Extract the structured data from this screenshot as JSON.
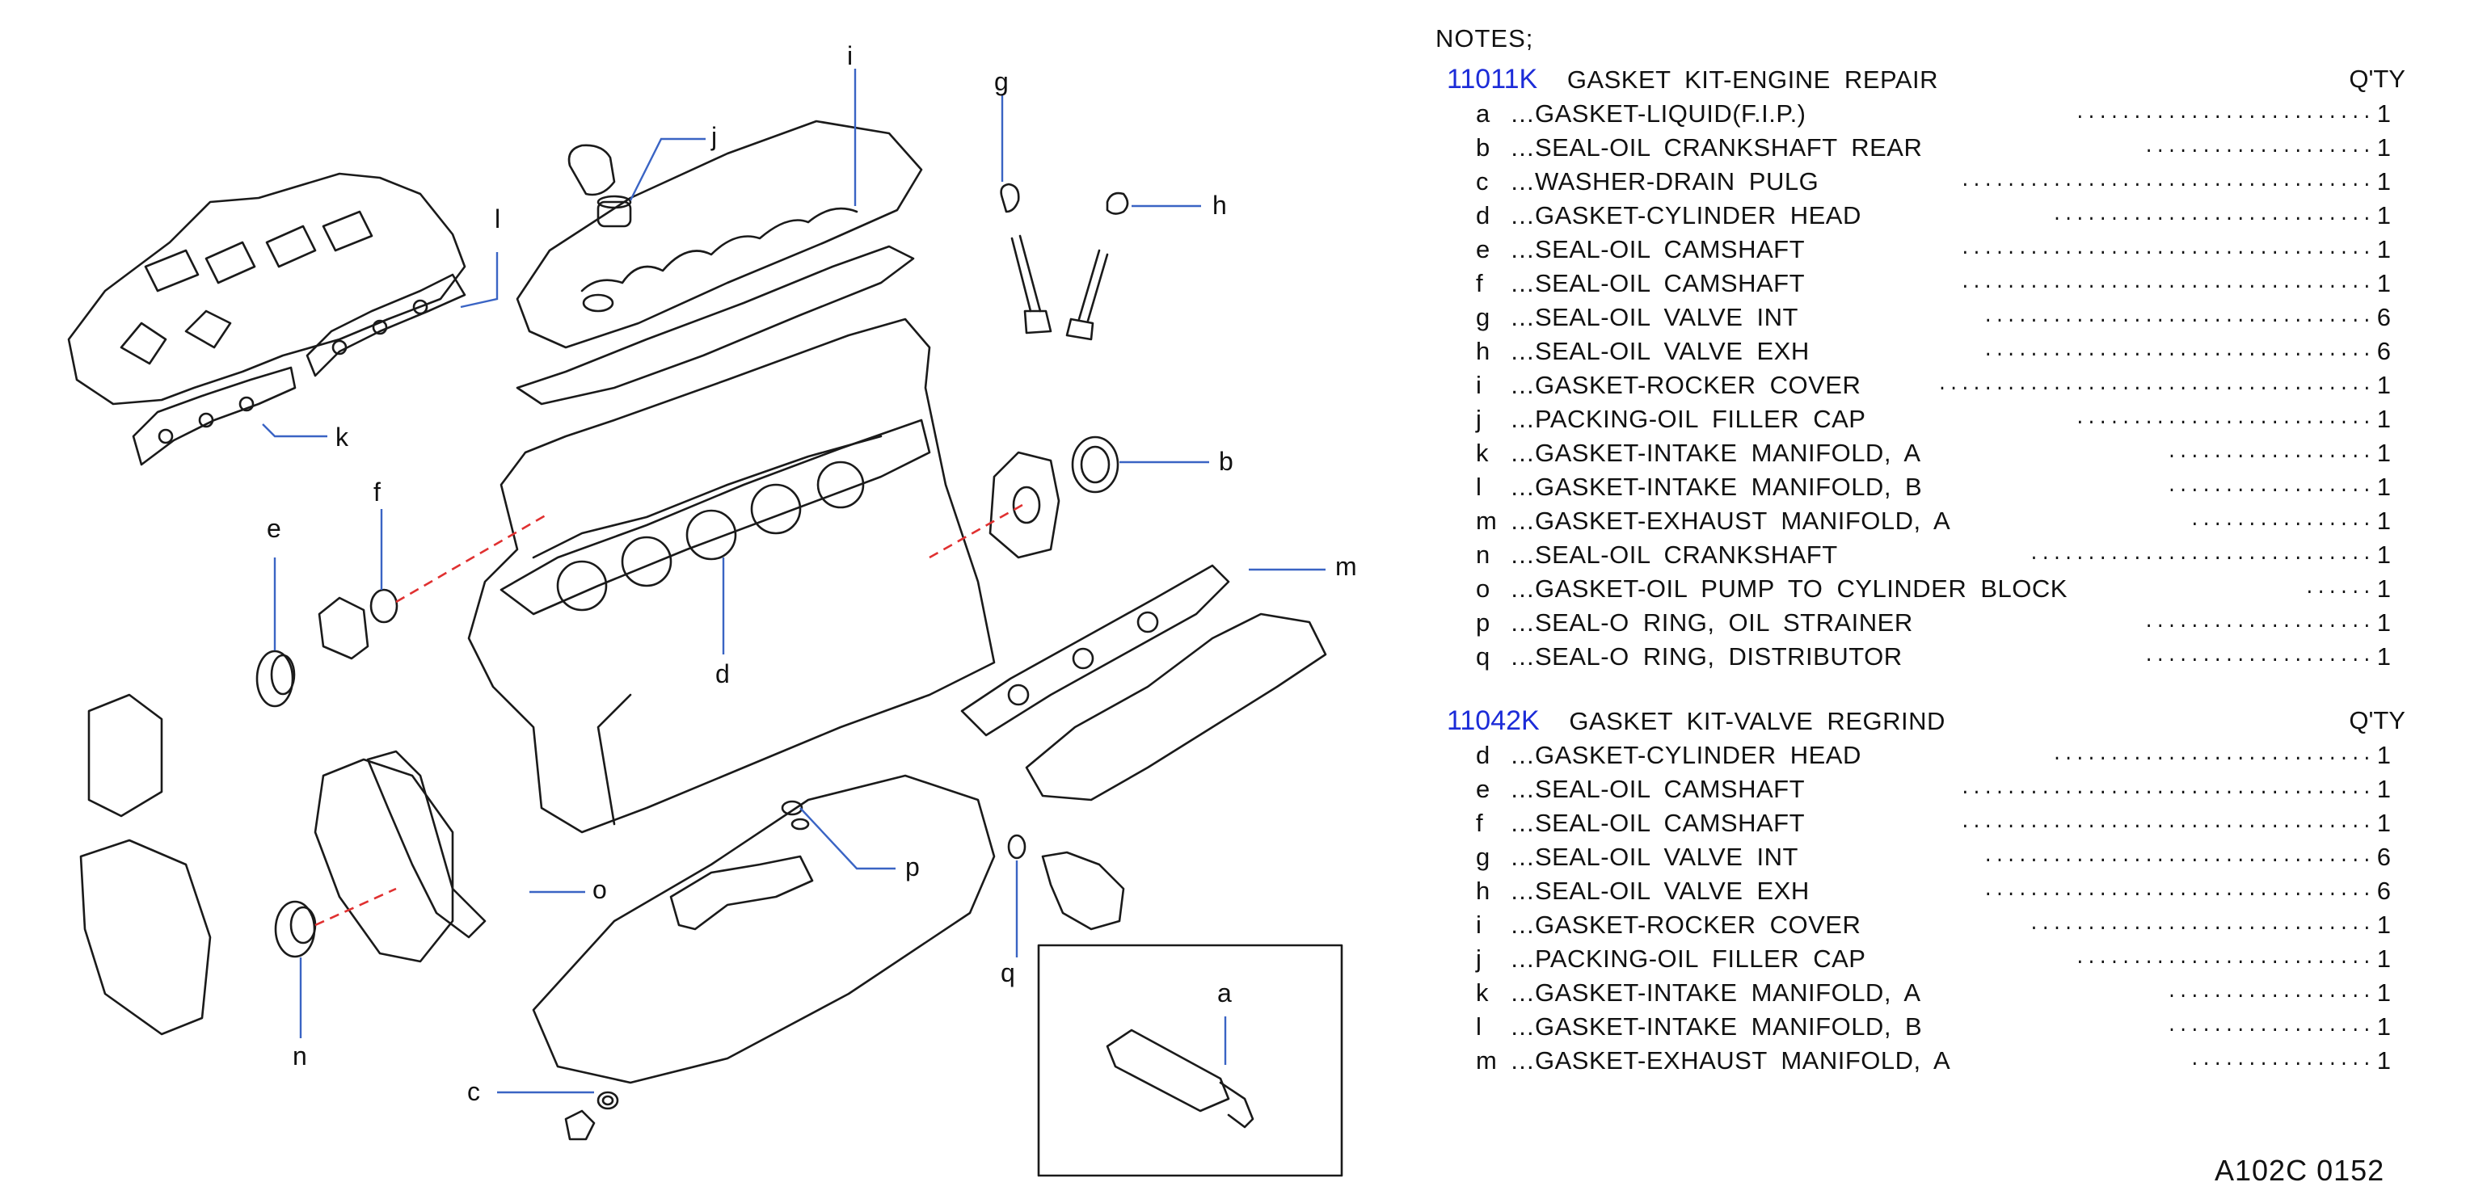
{
  "notes": {
    "title": "NOTES;",
    "kits": [
      {
        "code": "11011K",
        "name": "GASKET  KIT-ENGINE  REPAIR",
        "qty_header": "Q'TY",
        "items": [
          {
            "letter": "a",
            "name": "GASKET-LIQUID(F.I.P.)",
            "qty": "1",
            "dots": 26
          },
          {
            "letter": "b",
            "name": "SEAL-OIL  CRANKSHAFT  REAR",
            "qty": "1",
            "dots": 20
          },
          {
            "letter": "c",
            "name": "WASHER-DRAIN  PULG",
            "qty": "1",
            "dots": 36
          },
          {
            "letter": "d",
            "name": "GASKET-CYLINDER  HEAD",
            "qty": "1",
            "dots": 28
          },
          {
            "letter": "e",
            "name": "SEAL-OIL  CAMSHAFT",
            "qty": "1",
            "dots": 36
          },
          {
            "letter": "f",
            "name": "SEAL-OIL  CAMSHAFT",
            "qty": "1",
            "dots": 36
          },
          {
            "letter": "g",
            "name": "SEAL-OIL  VALVE  INT",
            "qty": "6",
            "dots": 34
          },
          {
            "letter": "h",
            "name": "SEAL-OIL  VALVE  EXH",
            "qty": "6",
            "dots": 34
          },
          {
            "letter": "i",
            "name": "GASKET-ROCKER  COVER",
            "qty": "1",
            "dots": 38
          },
          {
            "letter": "j",
            "name": "PACKING-OIL  FILLER  CAP",
            "qty": "1",
            "dots": 26
          },
          {
            "letter": "k",
            "name": "GASKET-INTAKE  MANIFOLD,  A",
            "qty": "1",
            "dots": 18
          },
          {
            "letter": "l",
            "name": "GASKET-INTAKE  MANIFOLD,  B",
            "qty": "1",
            "dots": 18
          },
          {
            "letter": "m",
            "name": "GASKET-EXHAUST  MANIFOLD,  A",
            "qty": "1",
            "dots": 16
          },
          {
            "letter": "n",
            "name": "SEAL-OIL  CRANKSHAFT",
            "qty": "1",
            "dots": 30
          },
          {
            "letter": "o",
            "name": "GASKET-OIL  PUMP  TO  CYLINDER  BLOCK",
            "qty": "1",
            "dots": 6
          },
          {
            "letter": "p",
            "name": "SEAL-O  RING,  OIL  STRAINER",
            "qty": "1",
            "dots": 20
          },
          {
            "letter": "q",
            "name": "SEAL-O  RING,  DISTRIBUTOR",
            "qty": "1",
            "dots": 20
          }
        ]
      },
      {
        "code": "11042K",
        "name": "GASKET  KIT-VALVE  REGRIND",
        "qty_header": "Q'TY",
        "items": [
          {
            "letter": "d",
            "name": "GASKET-CYLINDER  HEAD",
            "qty": "1",
            "dots": 28
          },
          {
            "letter": "e",
            "name": "SEAL-OIL  CAMSHAFT",
            "qty": "1",
            "dots": 36
          },
          {
            "letter": "f",
            "name": "SEAL-OIL  CAMSHAFT",
            "qty": "1",
            "dots": 36
          },
          {
            "letter": "g",
            "name": "SEAL-OIL  VALVE  INT",
            "qty": "6",
            "dots": 34
          },
          {
            "letter": "h",
            "name": "SEAL-OIL  VALVE  EXH",
            "qty": "6",
            "dots": 34
          },
          {
            "letter": "i",
            "name": "GASKET-ROCKER  COVER",
            "qty": "1",
            "dots": 30
          },
          {
            "letter": "j",
            "name": "PACKING-OIL  FILLER  CAP",
            "qty": "1",
            "dots": 26
          },
          {
            "letter": "k",
            "name": "GASKET-INTAKE  MANIFOLD,  A",
            "qty": "1",
            "dots": 18
          },
          {
            "letter": "l",
            "name": "GASKET-INTAKE  MANIFOLD,  B",
            "qty": "1",
            "dots": 18
          },
          {
            "letter": "m",
            "name": "GASKET-EXHAUST  MANIFOLD,  A",
            "qty": "1",
            "dots": 16
          }
        ]
      }
    ]
  },
  "callouts": {
    "a": "a",
    "b": "b",
    "c": "c",
    "d": "d",
    "e": "e",
    "f": "f",
    "g": "g",
    "h": "h",
    "i": "i",
    "j": "j",
    "k": "k",
    "l": "l",
    "m": "m",
    "n": "n",
    "o": "o",
    "p": "p",
    "q": "q"
  },
  "catalog_code": "A102C  0152",
  "colors": {
    "kit_code": "#1c2cd8",
    "leader_lines": "#3a64c4",
    "alignment_dashes": "#e03030",
    "line_art": "#1a1a1a"
  }
}
